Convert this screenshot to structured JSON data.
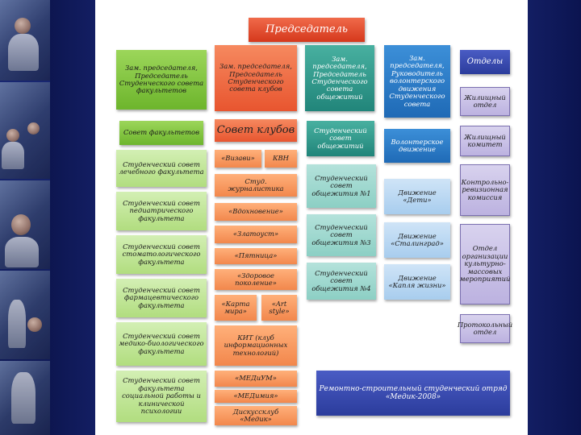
{
  "chairman": "Председатель",
  "deputies": [
    "Зам. председателя, Председатель Студенческого совета факультетов",
    "Зам. председателя, Председатель Студенческого совета клубов",
    "Зам. председателя, Председатель Студенческого совета общежитий",
    "Зам. председателя, Руководитель волонтерского движения Студенческого совета"
  ],
  "departments_header": "Отделы",
  "faculties": {
    "header": "Совет факультетов",
    "items": [
      "Студенческий совет лечебного факультета",
      "Студенческий совет педиатрического факультета",
      "Студенческий совет стоматологического факультета",
      "Студенческий совет фармацевтического факультета",
      "Студенческий совет медико-биологического факультета",
      "Студенческий совет факультета социальной работы и клинической психологии"
    ]
  },
  "clubs": {
    "header": "Совет клубов",
    "vizavi": "«Визави»",
    "kvn": "КВН",
    "items": [
      "Студ. журналистика",
      "«Вдохновение»",
      "«Златоуст»",
      "«Пятница»",
      "«Здоровое поколение»"
    ],
    "karta": "«Карта мира»",
    "art": "«Art style»",
    "kit": "КИТ (клуб информационных технологий)",
    "meduum": "«МЕДиУМ»",
    "medimia": "«МЕДимия»",
    "medik": "Дискуссклуб «Медик»"
  },
  "dorms": {
    "header": "Студенческий совет общежитий",
    "items": [
      "Студенческий совет общежития №1",
      "Студенческий совет общежития №3",
      "Студенческий совет общежития №4"
    ]
  },
  "volunteer": {
    "header": "Волонтерское движение",
    "items": [
      "Движение «Дети»",
      "Движение «Сталинград»",
      "Движение «Капля жизни»"
    ]
  },
  "departments": [
    "Жилищный отдел",
    "Жилищный комитет",
    "Контрольно-ревизионная комиссия",
    "Отдел организации культурно-массовых мероприятий",
    "Протокольный отдел"
  ],
  "repair": "Ремонтно-строительный студенческий отряд «Медик-2008»"
}
